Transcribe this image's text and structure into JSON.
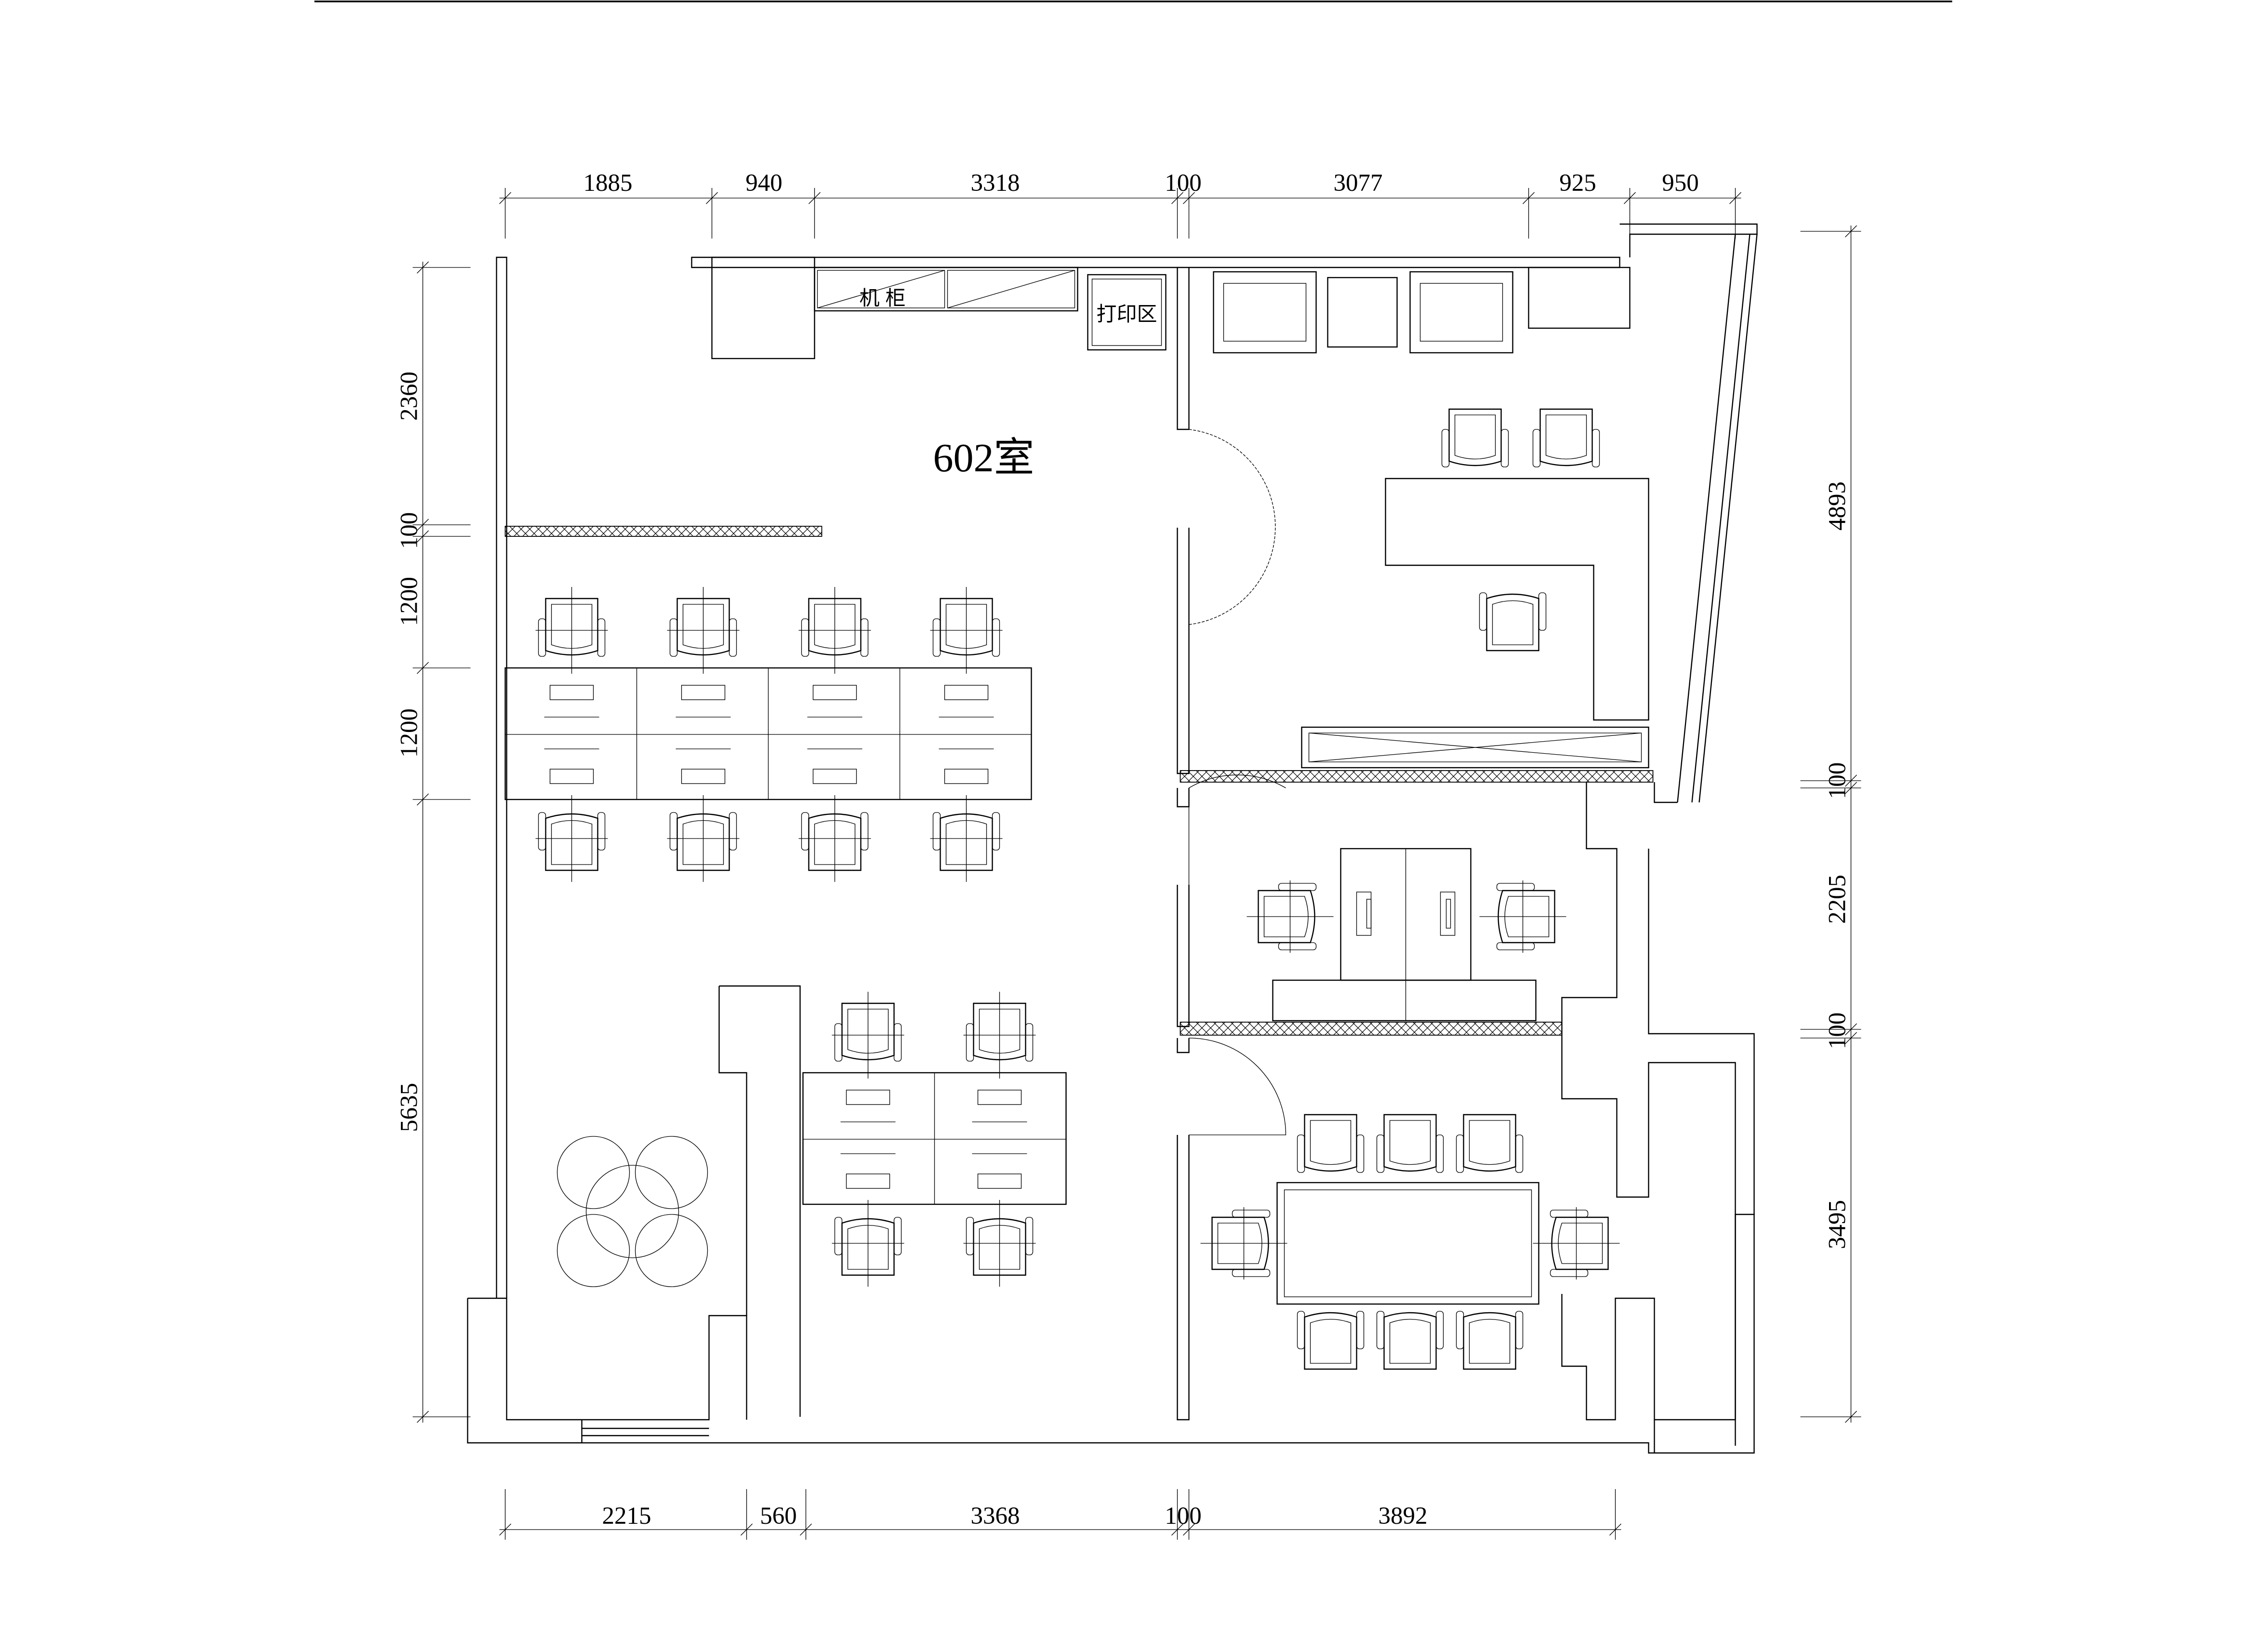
{
  "plan": {
    "room_label": "602室",
    "cabinet_label_1": "机",
    "cabinet_label_2": "柜",
    "print_area_label": "打印区"
  },
  "dimensions": {
    "top": [
      "1885",
      "940",
      "3318",
      "100",
      "3077",
      "925",
      "950"
    ],
    "bottom": [
      "2215",
      "560",
      "3368",
      "100",
      "3892"
    ],
    "left": [
      "2360",
      "100",
      "1200",
      "1200",
      "5635"
    ],
    "right": [
      "4893",
      "100",
      "2205",
      "100",
      "3495"
    ]
  }
}
